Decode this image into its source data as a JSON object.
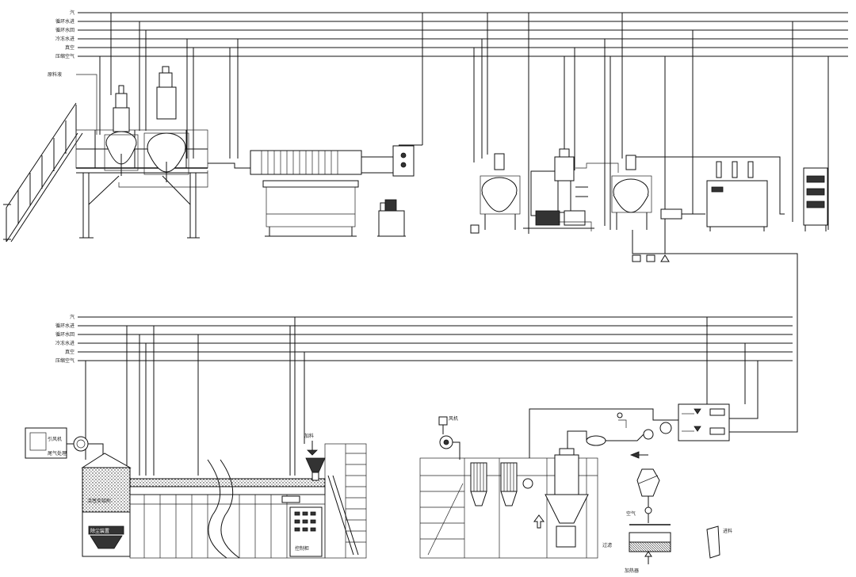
{
  "pipe_labels_top": [
    "汽",
    "循环水进",
    "循环水回",
    "冷冻水进",
    "真空",
    "压缩空气"
  ],
  "pipe_labels_bottom": [
    "汽",
    "循环水进",
    "循环水回",
    "冷冻水进",
    "真空",
    "压缩空气"
  ],
  "annotations": {
    "side_label": "原料液",
    "box_label_1": "引风机",
    "box_label_2": "尾气处理",
    "packing_label": "活性炭吸附",
    "bottom_box_label": "除尘装置",
    "hopper_label": "加料",
    "panel_label": "控制柜",
    "air_label": "空气",
    "heater_label": "加热器",
    "filter_label": "过滤",
    "fan_label": "风机",
    "feed_label": "进料"
  },
  "colors": {
    "line": "#111111",
    "background": "#ffffff"
  }
}
